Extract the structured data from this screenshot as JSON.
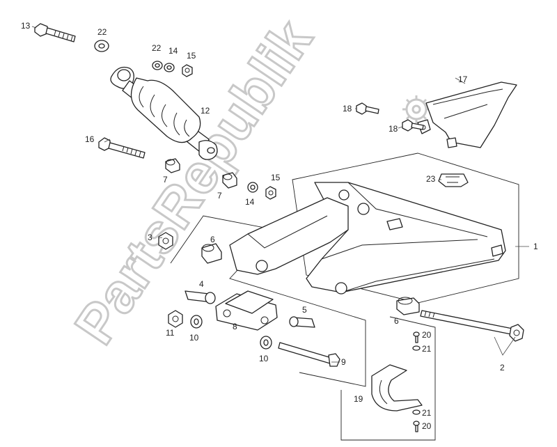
{
  "watermark": {
    "text": "PartsRepublik"
  },
  "callouts": {
    "c1": "1",
    "c2": "2",
    "c3": "3",
    "c4": "4",
    "c5": "5",
    "c6a": "6",
    "c6b": "6",
    "c7a": "7",
    "c7b": "7",
    "c8": "8",
    "c9": "9",
    "c10a": "10",
    "c10b": "10",
    "c11": "11",
    "c12": "12",
    "c13": "13",
    "c14a": "14",
    "c14b": "14",
    "c15a": "15",
    "c15b": "15",
    "c16": "16",
    "c17": "17",
    "c18a": "18",
    "c18b": "18",
    "c19": "19",
    "c20a": "20",
    "c20b": "20",
    "c21a": "21",
    "c21b": "21",
    "c22a": "22",
    "c22b": "22",
    "c23": "23"
  },
  "colors": {
    "line": "#222222",
    "watermark": "#c8c8c8",
    "background": "#ffffff"
  }
}
